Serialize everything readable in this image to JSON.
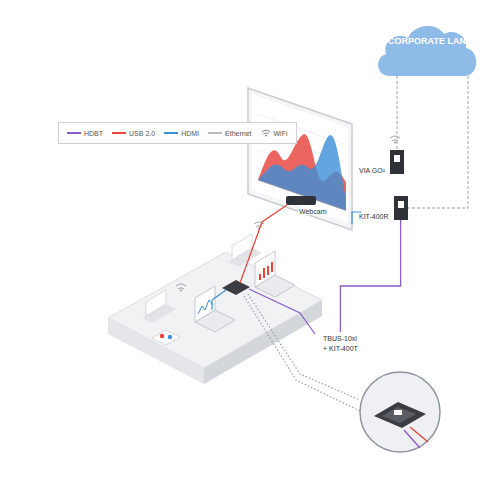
{
  "diagram": {
    "nodes": [
      {
        "text": [
          "CORPORATE LAN"
        ]
      },
      {
        "text": [
          "VIA GO²"
        ]
      },
      {
        "text": [
          "KIT-400R"
        ]
      },
      {
        "text": [
          "Webcam"
        ]
      },
      {
        "text": [
          "TBUS-10xl",
          "+ KIT-400T"
        ]
      }
    ],
    "edges": [
      {
        "from": 0,
        "to": 1,
        "arrow": "none"
      },
      {
        "from": 0,
        "to": 2,
        "arrow": "none"
      },
      {
        "from": 2,
        "to": 4,
        "arrow": "none"
      }
    ],
    "legend": [
      {
        "text": "HDBT",
        "color": "#8a5cc7"
      },
      {
        "text": "USB 2.0",
        "color": "#e8453c"
      },
      {
        "text": "HDMI",
        "color": "#3c8fd6"
      },
      {
        "text": "Ethernet",
        "color": "#bbbbbb"
      },
      {
        "text": "WiFi"
      }
    ]
  }
}
